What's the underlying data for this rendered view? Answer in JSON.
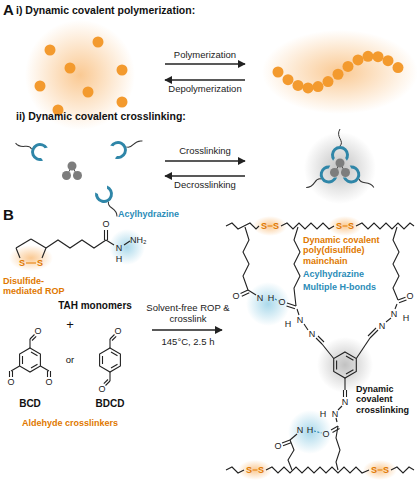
{
  "diagram": {
    "labels": [
      "A",
      "i) Dynamic covalent polymerization:",
      "Polymerization",
      "Depolymerization",
      "ii) Dynamic covalent crosslinking:",
      "Crosslinking",
      "Decrosslinking",
      "B",
      "S",
      "S",
      "O",
      "N",
      "H",
      "NH₂",
      "Acylhydrazine",
      "Disulfide-mediated ROP",
      "TAH monomers",
      "+",
      "O",
      "O",
      "O",
      "BCD",
      "or",
      "O",
      "O",
      "BDCD",
      "Aldehyde crosslinkers",
      "Solvent-free ROP & crosslink",
      "145°C, 2.5 h",
      "Dynamic covalent poly(disulfide) mainchain",
      "Acylhydrazine",
      "Multiple H-bonds",
      "Dynamic covalent crosslinking",
      "S",
      "S",
      "S",
      "S",
      "S",
      "S",
      "S",
      "S",
      "O",
      "N",
      "N",
      "H",
      "O",
      "N",
      "N",
      "H",
      "O",
      "N",
      "N",
      "H",
      "O",
      "N",
      "H",
      "O",
      "N",
      "H"
    ]
  }
}
